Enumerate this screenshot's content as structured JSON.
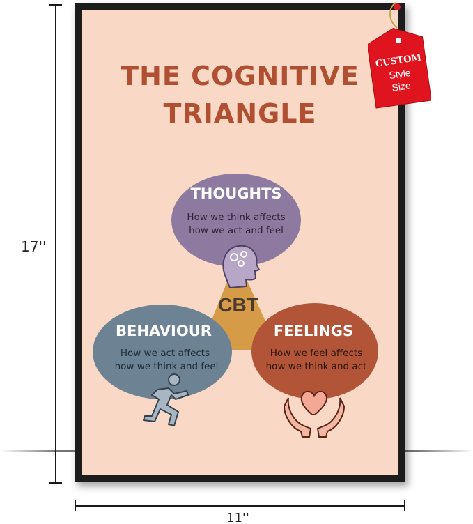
{
  "poster": {
    "title_line1": "THE COGNITIVE",
    "title_line2": "TRIANGLE",
    "center_label": "CBT",
    "thoughts": {
      "heading": "THOUGHTS",
      "line1": "How we think affects",
      "line2": "how we act and feel",
      "icon": "head-gears-icon"
    },
    "behaviour": {
      "heading": "BEHAVIOUR",
      "line1": "How we act affects",
      "line2": "how we think and feel",
      "icon": "running-person-icon"
    },
    "feelings": {
      "heading": "FEELINGS",
      "line1": "How we feel affects",
      "line2": "how we think and act",
      "icon": "hands-heart-icon"
    }
  },
  "tag": {
    "line1": "CUSTOM",
    "line2": "Style",
    "line3": "Size"
  },
  "dimensions": {
    "height": "17''",
    "width": "11''"
  },
  "colors": {
    "poster_bg": "#f9d9c5",
    "title": "#b14f32",
    "thoughts": "#8e7aa1",
    "behaviour": "#6d8394",
    "feelings": "#b25438",
    "triangle": "#d69b46",
    "tag": "#e0141e"
  }
}
